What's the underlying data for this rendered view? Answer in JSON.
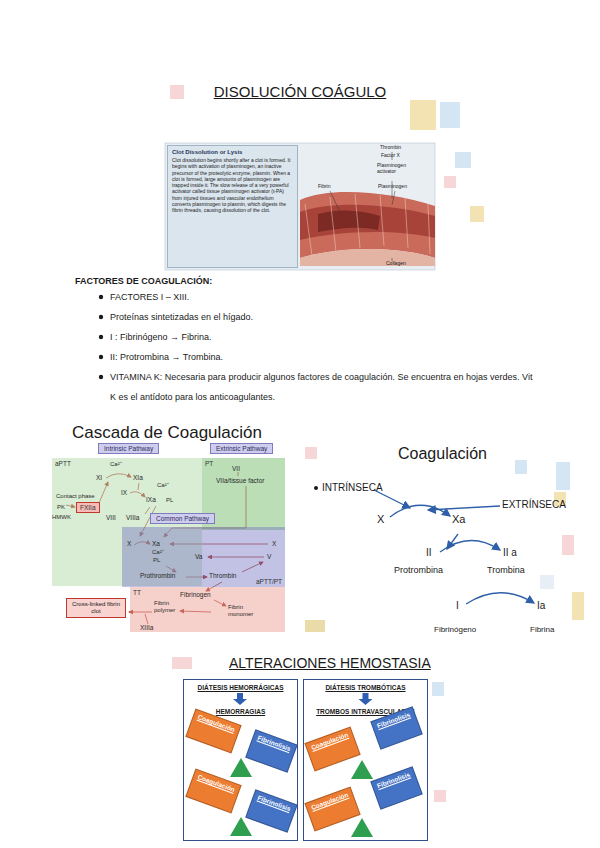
{
  "diagram": {
    "title": "DISOLUCIÓN COÁGULO",
    "nodes": [
      {
        "text": [
          "Clot Dissolution or Lysis",
          "Clot dissolution begins shortly after a clot is formed. It begins with activation of plasminogen, an inactive precursor of the proteolytic enzyme, plasmin. When a clot is formed, large amounts of plasminogen are trapped inside it. The slow release of a very powerful activator called tissue plasminogen activator (t-PA) from injured tissues and vascular endothelium converts plasminogen to plasmin, which digests the fibrin threads, causing dissolution of the clot."
        ]
      },
      {
        "text": [
          "Intrinsic Pathway"
        ]
      },
      {
        "text": [
          "Extrinsic Pathway"
        ]
      },
      {
        "text": [
          "aPTT"
        ]
      },
      {
        "text": [
          "FXIIa"
        ],
        "in": 3
      },
      {
        "text": [
          "PT"
        ]
      },
      {
        "text": [
          "aPTT/PT"
        ]
      },
      {
        "text": [
          "Common Pathway"
        ],
        "in": 6
      },
      {
        "text": [
          "TT"
        ]
      },
      {
        "text": [
          "Cross-linked fibrin clot"
        ]
      },
      {
        "text": [
          "DIÁTESIS HEMORRÁGICAS",
          "HEMORRAGIAS"
        ]
      },
      {
        "text": [
          "Coagulación"
        ],
        "in": 10
      },
      {
        "text": [
          "Fibrinolisis"
        ],
        "in": 10
      },
      {
        "text": [
          "Coagulación"
        ],
        "in": 10
      },
      {
        "text": [
          "Fibrinolisis"
        ],
        "in": 10
      },
      {
        "text": [
          "DIÁTESIS TROMBÓTICAS",
          "TROMBOS INTRAVASCULARES"
        ]
      },
      {
        "text": [
          "Coagulación"
        ],
        "in": 15
      },
      {
        "text": [
          "Fibrinolisis"
        ],
        "in": 15
      },
      {
        "text": [
          "Coagulación"
        ],
        "in": 15
      },
      {
        "text": [
          "Fibrinolisis"
        ],
        "in": 15
      }
    ],
    "labels": [
      "Thrombin",
      "Factor X",
      "Plasminogen activator",
      "Fibrin",
      "Plasminogen",
      "Collagen",
      "FACTORES DE COAGULACIÓN:",
      "FACTORES I – XIII.",
      "Proteínas sintetizadas en el hígado.",
      "I : Fibrinógeno → Fibrina.",
      "II: Protrombina → Trombina.",
      "VITAMINA K: Necesaria para producir algunos factores de coagulación. Se encuentra en hojas verdes. Vit K es el antídoto para los anticoagulantes.",
      "Cascada de Coagulación",
      "Ca²⁺",
      "XI",
      "XIa",
      "Contact phase",
      "PK",
      "HMWK",
      "IX",
      "Ca²⁺",
      "IXa",
      "PL",
      "VIII",
      "VIIIa",
      "VII",
      "VIIa/tissue factor",
      "X",
      "Xa",
      "Ca²⁺",
      "PL",
      "Va",
      "X",
      "V",
      "Prothrombin",
      "Thrombin",
      "Fibrinogen",
      "Fibrin monomer",
      "Fibrin polymer",
      "XIIIa",
      "Coagulación",
      "INTRÍNSECA",
      "EXTRÍNSECA",
      "X",
      "Xa",
      "II",
      "II a",
      "Protrombina",
      "Trombina",
      "I",
      "Ia",
      "Fibrinógeno",
      "Fibrina",
      "ALTERACIONES HEMOSTASIA"
    ]
  }
}
